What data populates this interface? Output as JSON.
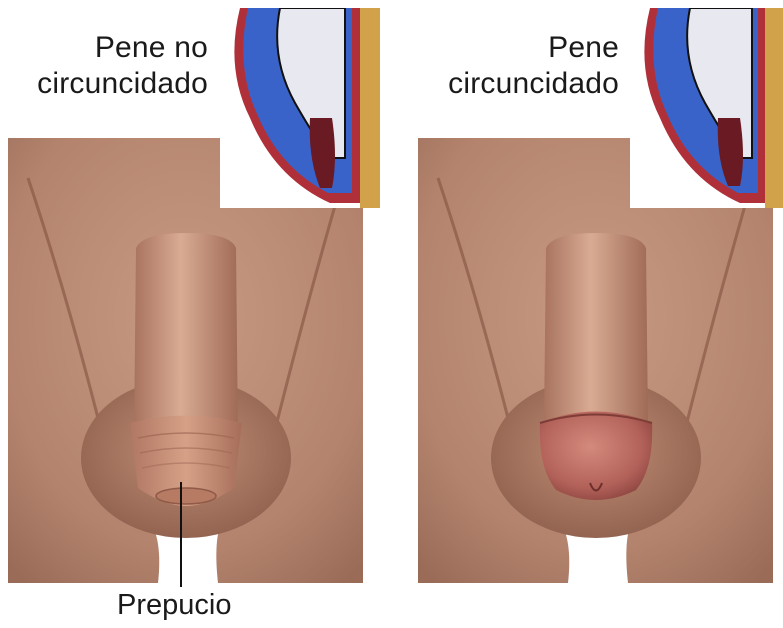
{
  "panels": {
    "left": {
      "label_line1": "Pene no",
      "label_line2": "circuncidado"
    },
    "right": {
      "label_line1": "Pene",
      "label_line2": "circuncidado"
    }
  },
  "annotation": {
    "label": "Prepucio"
  },
  "colors": {
    "skin": "#b98a74",
    "skin_dark": "#8e614f",
    "glans": "#b3625a",
    "tissue_blue": "#3a63c9",
    "tissue_red": "#b0303a",
    "tissue_yellow": "#d2a24a"
  }
}
